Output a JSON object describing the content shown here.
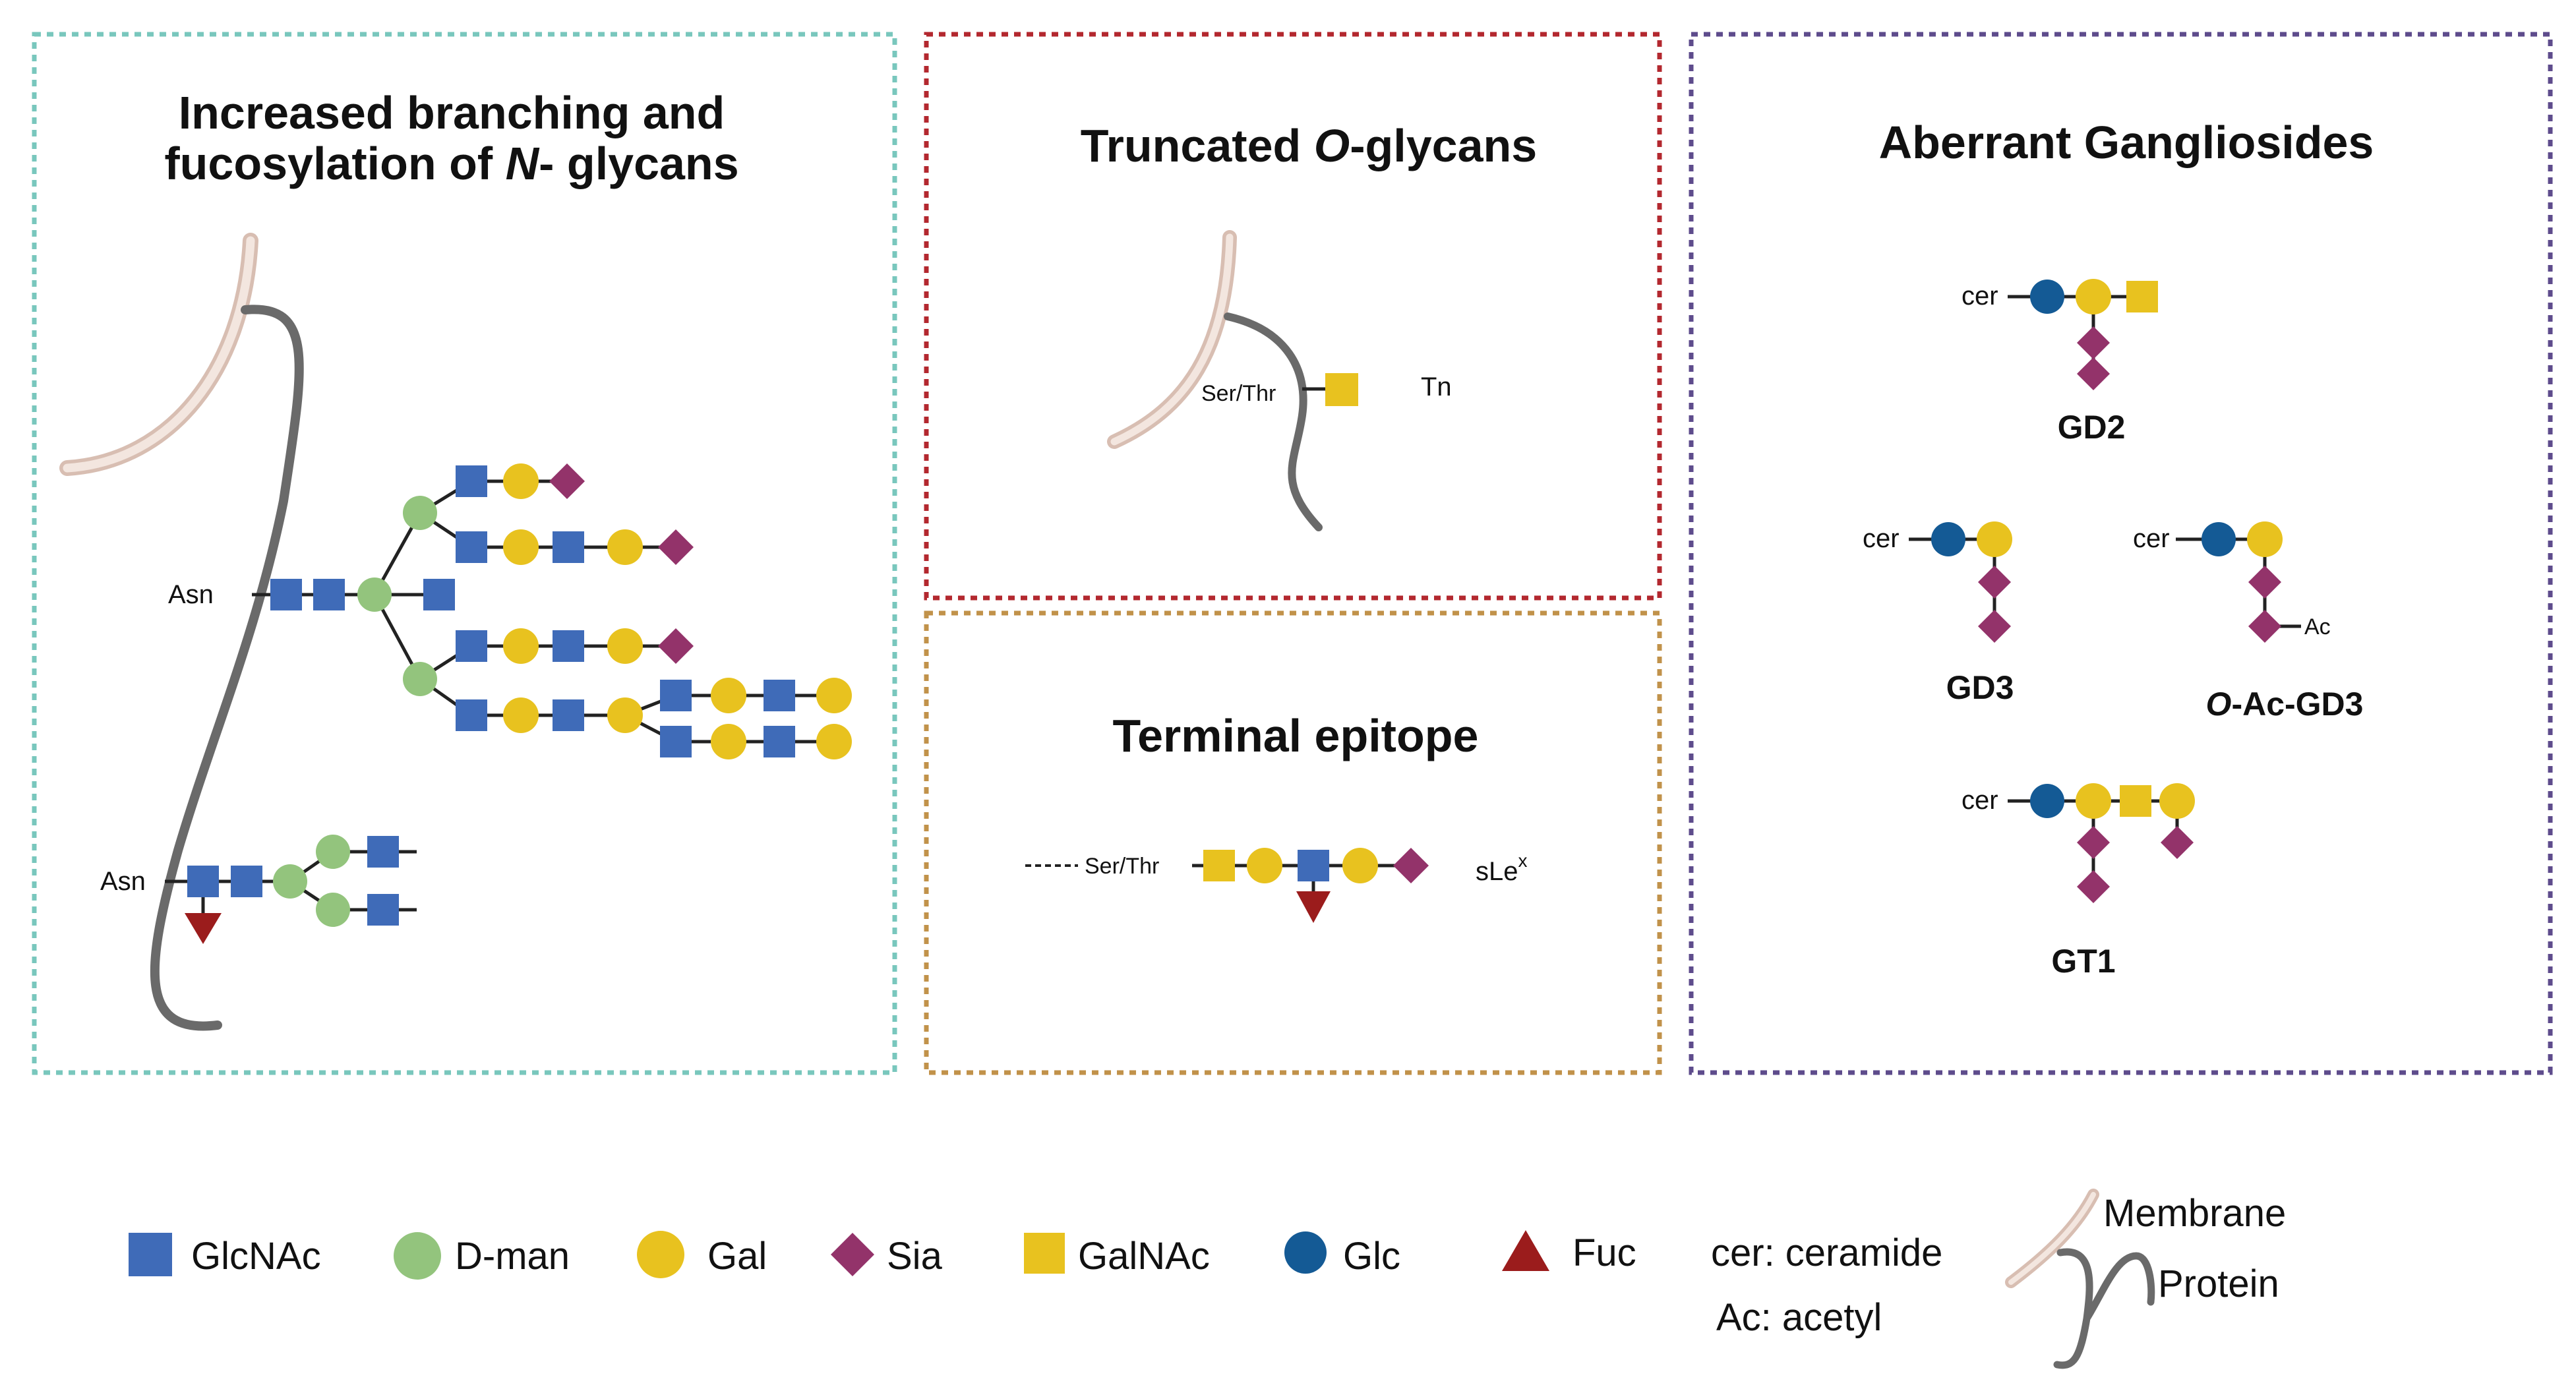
{
  "colors": {
    "glcnac": "#3f6bb8",
    "dman": "#93c47d",
    "gal": "#e8c21f",
    "sia": "#93336a",
    "galnac": "#e8c21f",
    "glc": "#145a95",
    "fuc": "#9b1c1c",
    "membrane": "#e7d3c9",
    "protein": "#6a6a6a",
    "panel_n_border": "#79c7bd",
    "panel_o_border": "#b3282f",
    "panel_term_border": "#c1924a",
    "panel_gang_border": "#5e4c8c"
  },
  "panels": {
    "n_glycans": {
      "title_line1": "Increased branching and",
      "title_line2_pre": "fucosylation of ",
      "title_line2_italic": "N",
      "title_line2_post": "- glycans",
      "asn_label_top": "Asn",
      "asn_label_bottom": "Asn"
    },
    "o_glycans": {
      "title_pre": "Truncated ",
      "title_italic": "O",
      "title_post": "-glycans",
      "serthr_label": "Ser/Thr",
      "tn_label": "Tn"
    },
    "terminal": {
      "title": "Terminal epitope",
      "serthr_label": "Ser/Thr",
      "slex_label": "sLe",
      "slex_sup": "x"
    },
    "gangliosides": {
      "title": "Aberrant Gangliosides",
      "cer_label": "cer",
      "gd2_label": "GD2",
      "gd3_label": "GD3",
      "oacgd3_label_italic": "O",
      "oacgd3_label_rest": "-Ac-GD3",
      "ac_label": "Ac",
      "gt1_label": "GT1"
    }
  },
  "legend": {
    "items": [
      {
        "shape": "square",
        "color_key": "glcnac",
        "label": "GlcNAc"
      },
      {
        "shape": "circle",
        "color_key": "dman",
        "label": "D-man"
      },
      {
        "shape": "circle",
        "color_key": "gal",
        "label": "Gal"
      },
      {
        "shape": "diamond",
        "color_key": "sia",
        "label": "Sia"
      },
      {
        "shape": "square",
        "color_key": "galnac",
        "label": "GalNAc"
      },
      {
        "shape": "circle",
        "color_key": "glc",
        "label": "Glc"
      },
      {
        "shape": "triangle",
        "color_key": "fuc",
        "label": "Fuc"
      }
    ],
    "abbrev_cer": "cer: ceramide",
    "abbrev_ac": "Ac: acetyl",
    "membrane_label": "Membrane",
    "protein_label": "Protein"
  }
}
